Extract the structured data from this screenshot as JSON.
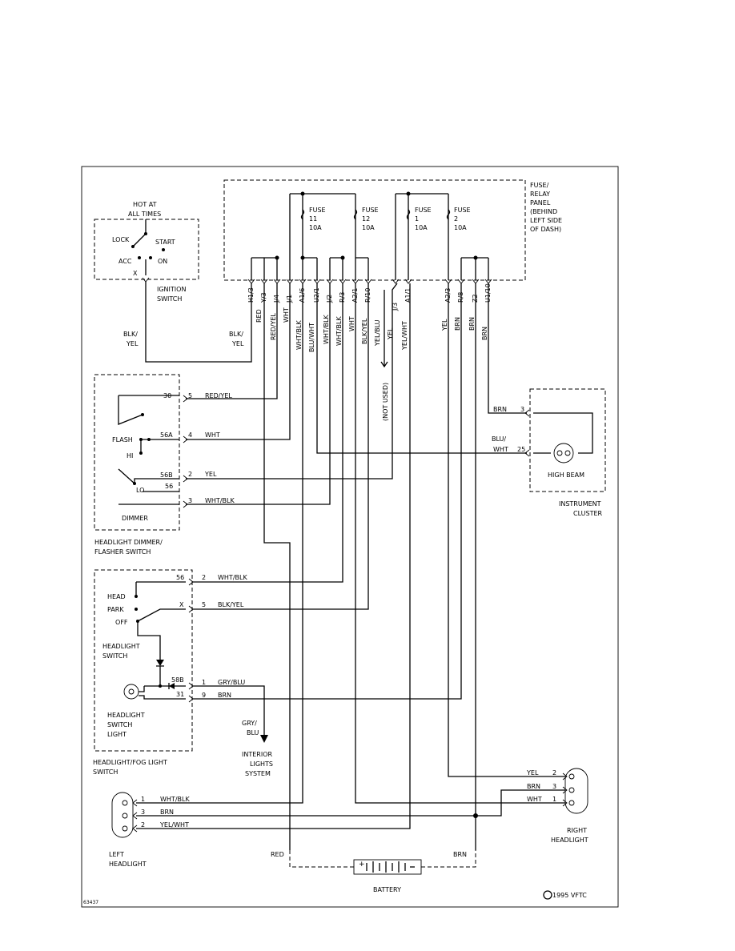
{
  "header": {
    "doc_id": "63437",
    "copyright": "1995 VFTC"
  },
  "components": {
    "fuse_panel": {
      "label": [
        "FUSE/",
        "RELAY",
        "PANEL",
        "(BEHIND",
        "LEFT SIDE",
        "OF DASH)"
      ]
    },
    "fuses": [
      {
        "name": "FUSE",
        "num": "11",
        "rating": "10A"
      },
      {
        "name": "FUSE",
        "num": "12",
        "rating": "10A"
      },
      {
        "name": "FUSE",
        "num": "1",
        "rating": "10A"
      },
      {
        "name": "FUSE",
        "num": "2",
        "rating": "10A"
      }
    ],
    "ignition": {
      "hot": [
        "HOT AT",
        "ALL TIMES"
      ],
      "lock": "LOCK",
      "start": "START",
      "acc": "ACC",
      "on": "ON",
      "x": "X",
      "label": [
        "IGNITION",
        "SWITCH"
      ]
    },
    "dimmer": {
      "title": "DIMMER",
      "label": [
        "HEADLIGHT DIMMER/",
        "FLASHER SWITCH"
      ],
      "flash": "FLASH",
      "hi": "HI",
      "lo": "LO",
      "terms": [
        "30",
        "56A",
        "56B",
        "56"
      ],
      "pins": [
        "5",
        "4",
        "2",
        "3"
      ],
      "wires": [
        "RED/YEL",
        "WHT",
        "YEL",
        "WHT/BLK"
      ]
    },
    "headlight_switch": {
      "head": "HEAD",
      "park": "PARK",
      "off": "OFF",
      "label": [
        "HEADLIGHT",
        "SWITCH"
      ],
      "light": [
        "HEADLIGHT",
        "SWITCH",
        "LIGHT"
      ],
      "title": [
        "HEADLIGHT/FOG LIGHT",
        "SWITCH"
      ],
      "terms": [
        "56",
        "X",
        "58B",
        "31"
      ],
      "pins": [
        "2",
        "5",
        "1",
        "9"
      ],
      "wires": [
        "WHT/BLK",
        "BLK/YEL",
        "GRY/BLU",
        "BRN"
      ]
    },
    "instrument": {
      "label": [
        "INSTRUMENT",
        "CLUSTER"
      ],
      "highbeam": "HIGH BEAM",
      "pins": [
        "3",
        "25"
      ],
      "wires": [
        "BRN",
        "BLU/",
        "WHT"
      ]
    },
    "interior": {
      "wire": [
        "GRY/",
        "BLU"
      ],
      "label": [
        "INTERIOR",
        "LIGHTS",
        "SYSTEM"
      ]
    },
    "left_headlight": {
      "label": [
        "LEFT",
        "HEADLIGHT"
      ],
      "pins": [
        "1",
        "3",
        "2"
      ],
      "wires": [
        "WHT/BLK",
        "BRN",
        "YEL/WHT"
      ]
    },
    "right_headlight": {
      "label": [
        "RIGHT",
        "HEADLIGHT"
      ],
      "pins": [
        "2",
        "3",
        "1"
      ],
      "wires": [
        "YEL",
        "BRN",
        "WHT"
      ]
    },
    "battery": {
      "label": "BATTERY",
      "red": "RED",
      "brn": "BRN"
    },
    "not_used": "(NOT USED)",
    "ign_wire": [
      "BLK/",
      "YEL"
    ],
    "ign_wire2": [
      "BLK/",
      "YEL"
    ]
  },
  "connector_terminals": [
    "H1/3",
    "Y/3",
    "J/4",
    "J/1",
    "A1/6",
    "U2/1",
    "J/2",
    "R/3",
    "A2/1",
    "R/10",
    "J/3",
    "A1/1",
    "A2/3",
    "R/8",
    "Z2",
    "U1/10"
  ],
  "wire_colors": [
    "RED",
    "RED/YEL",
    "WHT",
    "WHT/BLK",
    "BLU/WHT",
    "WHT/BLK",
    "WHT/BLK",
    "WHT",
    "BLK/YEL",
    "YEL/BLU",
    "YEL",
    "YEL/WHT",
    "YEL",
    "BRN",
    "BRN",
    "BRN"
  ]
}
